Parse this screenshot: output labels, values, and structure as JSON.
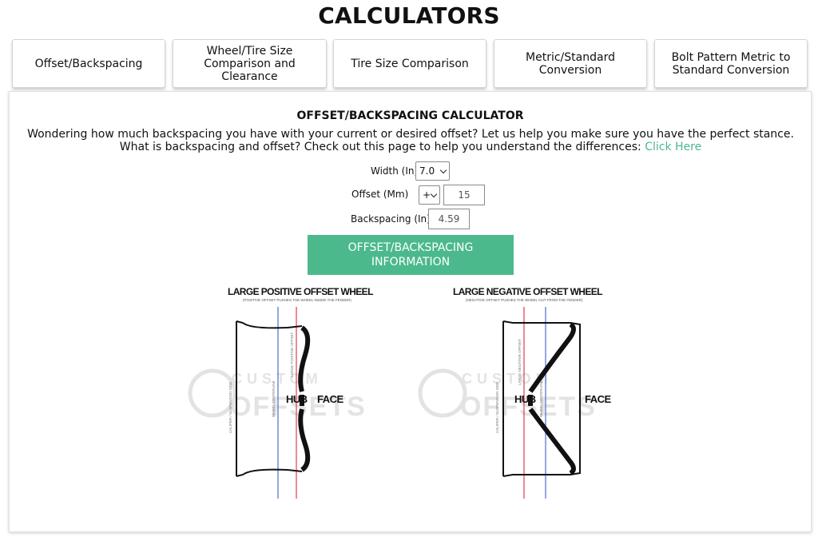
{
  "page": {
    "title": "CALCULATORS"
  },
  "tabs": [
    {
      "label": "Offset/Backspacing"
    },
    {
      "label": "Wheel/Tire Size Comparison and Clearance"
    },
    {
      "label": "Tire Size Comparison"
    },
    {
      "label": "Metric/Standard Conversion"
    },
    {
      "label": "Bolt Pattern Metric to Standard Conversion"
    }
  ],
  "calculator": {
    "title": "OFFSET/BACKSPACING CALCULATOR",
    "intro": "Wondering how much backspacing you have with your current or desired offset? Let us help you make sure you have the perfect stance. What is backspacing and offset? Check out this page to help you understand the differences:",
    "intro_link": "Click Here",
    "width_label": "Width (In)",
    "width_value": "7.0",
    "offset_label": "Offset (Mm)",
    "offset_sign": "+",
    "offset_value": "15",
    "backspacing_label": "Backspacing (In)",
    "backspacing_value": "4.59",
    "info_button": "OFFSET/BACKSPACING INFORMATION"
  },
  "diagrams": [
    {
      "title": "LARGE POSITIVE OFFSET WHEEL",
      "subtitle": "(POSITIVE OFFSET PUSHES THE WHEEL INSIDE THE FENDER)",
      "hub_label": "HUB",
      "face_label": "FACE",
      "left_line_label": "WHEEL CENTERLINE",
      "right_line_label": "LARGE POSITIVE OFFSET",
      "side_label": "CALIPER / SUSPENSION SIDE",
      "watermark_top": "CUSTOM",
      "watermark_bottom": "OFFSETS"
    },
    {
      "title": "LARGE NEGATIVE OFFSET WHEEL",
      "subtitle": "(NEGATIVE OFFSET PUSHES THE WHEEL OUT FROM THE FENDER)",
      "hub_label": "HUB",
      "face_label": "FACE",
      "left_line_label": "LARGE NEGATIVE OFFSET",
      "right_line_label": "WHEEL CENTERLINE",
      "side_label": "CALIPER / SUSPENSION SIDE",
      "watermark_top": "CUSTOM",
      "watermark_bottom": "OFFSETS"
    }
  ],
  "colors": {
    "accent": "#4bb98c",
    "red_line": "#e04040",
    "blue_line": "#4a6fd0"
  }
}
